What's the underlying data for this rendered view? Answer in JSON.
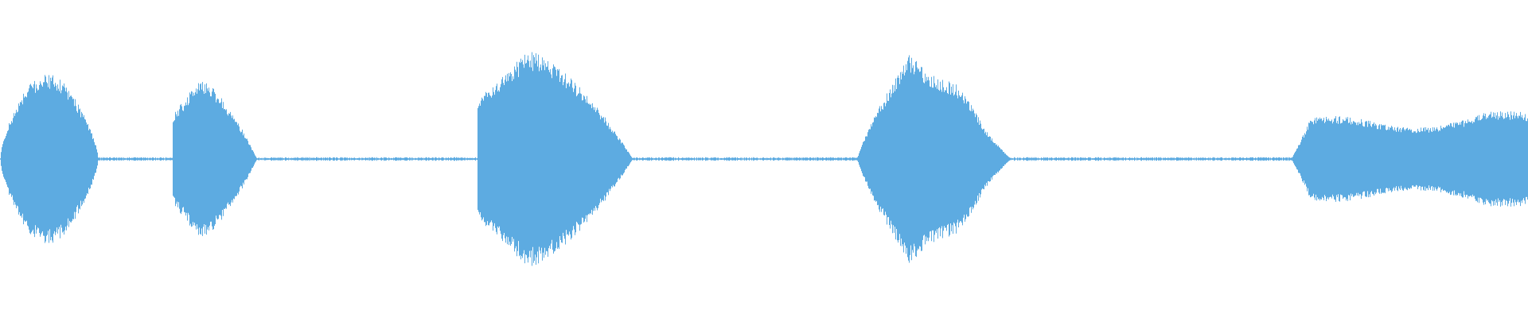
{
  "waveform": {
    "color": "#5dabe1",
    "background": "#ffffff",
    "duration_fraction_segments": [
      {
        "start": 0.0,
        "end": 0.064,
        "peak": 0.54,
        "shape": "dome",
        "peak_at": 0.55
      },
      {
        "start": 0.113,
        "end": 0.168,
        "peak": 0.5,
        "shape": "decay",
        "peak_at": 0.3
      },
      {
        "start": 0.312,
        "end": 0.414,
        "peak": 0.68,
        "shape": "decay",
        "peak_at": 0.32
      },
      {
        "start": 0.561,
        "end": 0.668,
        "peak": 0.66,
        "shape": "decay2",
        "peak_at": 0.32
      },
      {
        "start": 0.845,
        "end": 1.0,
        "peak": 0.3,
        "shape": "sustain",
        "peak_at": 0.9
      }
    ],
    "silence_level": 0.008
  }
}
